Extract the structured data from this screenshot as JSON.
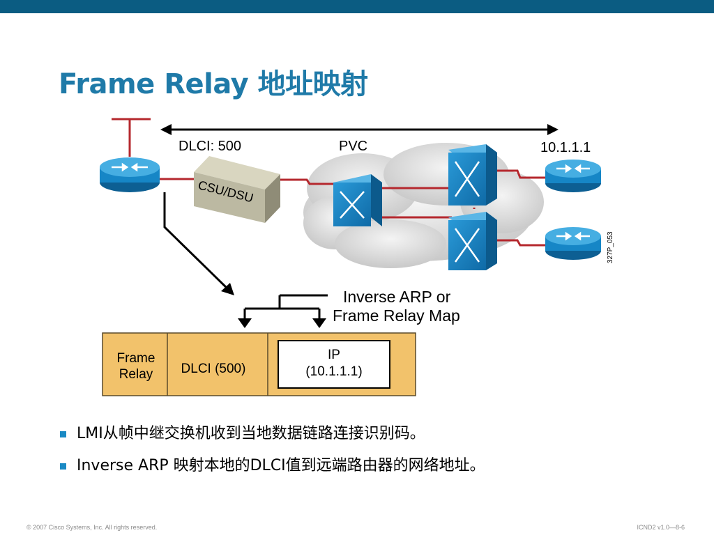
{
  "slide": {
    "title": "Frame Relay 地址映射",
    "accent_color": "#1f7aa8",
    "bar_color": "#0b5c82"
  },
  "diagram": {
    "dlci_label": "DLCI: 500",
    "pvc_label": "PVC",
    "remote_ip_label": "10.1.1.1",
    "csu_dsu_label": "CSU/DSU",
    "figure_id": "327P_053",
    "callout_line1": "Inverse ARP or",
    "callout_line2": "Frame Relay Map",
    "frame": {
      "fr_line1": "Frame",
      "fr_line2": "Relay",
      "dlci_cell": "DLCI (500)",
      "ip_line1": "IP",
      "ip_line2": "(10.1.1.1)"
    },
    "icons": [
      "router-icon",
      "csu-dsu-icon",
      "frame-relay-switch-icon",
      "cloud-icon"
    ],
    "colors": {
      "link": "#b5282e",
      "frame_fill": "#f2c26b",
      "switch": "#1a86c9"
    }
  },
  "bullets": [
    "LMI从帧中继交换机收到当地数据链路连接识别码。",
    "Inverse ARP 映射本地的DLCI值到远端路由器的网络地址。"
  ],
  "footer": {
    "copyright": "© 2007 Cisco Systems, Inc. All rights reserved.",
    "course": "ICND2 v1.0—8-6"
  }
}
